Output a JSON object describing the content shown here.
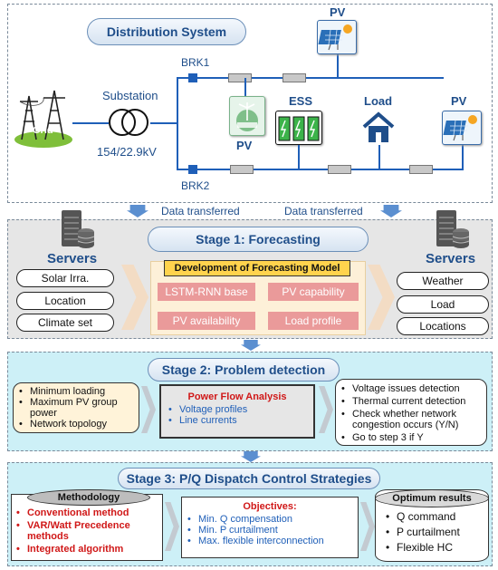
{
  "distribution": {
    "title": "Distribution System",
    "grid_label": "Grid",
    "substation_label": "Substation",
    "voltage_label": "154/22.9kV",
    "brk1": "BRK1",
    "brk2": "BRK2",
    "pv_top": "PV",
    "pv_mid": "PV",
    "ess": "ESS",
    "load": "Load",
    "pv_right": "PV",
    "data_transferred_left": "Data transferred",
    "data_transferred_right": "Data transferred"
  },
  "stage1": {
    "title": "Stage 1: Forecasting",
    "servers_left_label": "Servers",
    "servers_right_label": "Servers",
    "left_items": [
      "Solar Irra.",
      "Location",
      "Climate set"
    ],
    "right_items": [
      "Weather",
      "Load",
      "Locations"
    ],
    "model_title": "Development of Forecasting Model",
    "model_items": [
      "LSTM-RNN base",
      "PV capability",
      "PV availability",
      "Load profile"
    ]
  },
  "stage2": {
    "title": "Stage 2: Problem detection",
    "left_items": [
      "Minimum loading",
      "Maximum PV group power",
      "Network topology"
    ],
    "pfa_title": "Power Flow Analysis",
    "pfa_items": [
      "Voltage profiles",
      "Line currents"
    ],
    "right_items": [
      "Voltage issues detection",
      "Thermal current detection",
      "Check whether network congestion occurs (Y/N)",
      "Go to step 3 if Y"
    ]
  },
  "stage3": {
    "title": "Stage 3: P/Q Dispatch Control Strategies",
    "methodology_title": "Methodology",
    "methodology_items": [
      "Conventional method",
      "VAR/Watt Precedence methods",
      "Integrated algorithm"
    ],
    "objectives_title": "Objectives:",
    "objectives_items": [
      "Min. Q compensation",
      "Min. P curtailment",
      "Max. flexible interconnection"
    ],
    "optimum_title": "Optimum results",
    "optimum_items": [
      "Q command",
      "P curtailment",
      "Flexible HC"
    ]
  },
  "colors": {
    "accent_blue": "#1f5fb8",
    "stage1_bg": "#e6e6e6",
    "stage23_bg": "#cdf0f7",
    "red": "#d01818",
    "forecast_pink": "#ea9a9a"
  }
}
